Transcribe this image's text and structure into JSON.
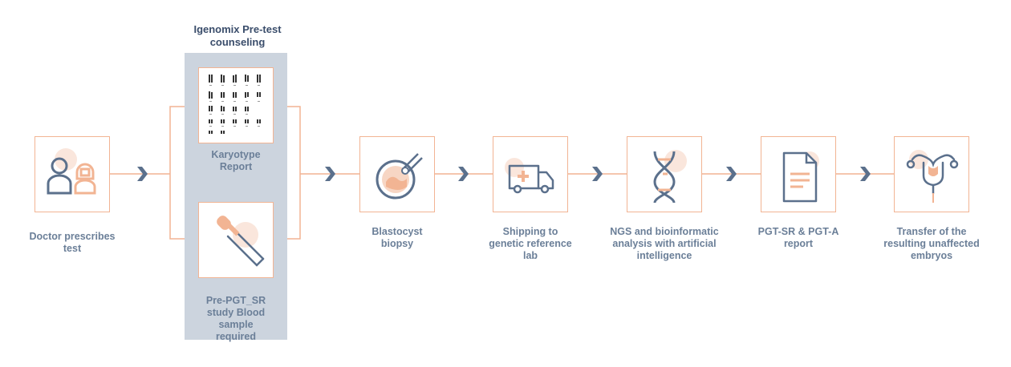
{
  "counseling": {
    "title": "Igenomix Pre-test counseling",
    "karyotype_label": "Karyotype Report",
    "blood_label": "Pre-PGT_SR study Blood sample required"
  },
  "steps": [
    {
      "id": "doctor",
      "label": "Doctor prescribes test",
      "icon": "doctor-patient-icon"
    },
    {
      "id": "biopsy",
      "label": "Blastocyst biopsy",
      "icon": "blastocyst-icon"
    },
    {
      "id": "shipping",
      "label": "Shipping to genetic reference lab",
      "icon": "ambulance-truck-icon"
    },
    {
      "id": "ngs",
      "label": "NGS and bioinformatic analysis with artificial intelligence",
      "icon": "dna-icon"
    },
    {
      "id": "report",
      "label": "PGT-SR & PGT-A report",
      "icon": "report-icon"
    },
    {
      "id": "transfer",
      "label": "Transfer of the resulting unaffected embryos",
      "icon": "uterus-icon"
    }
  ],
  "colors": {
    "accent": "#f2b493",
    "navy": "#5b708c",
    "panel": "#ccd4de",
    "label": "#6b7f98"
  }
}
